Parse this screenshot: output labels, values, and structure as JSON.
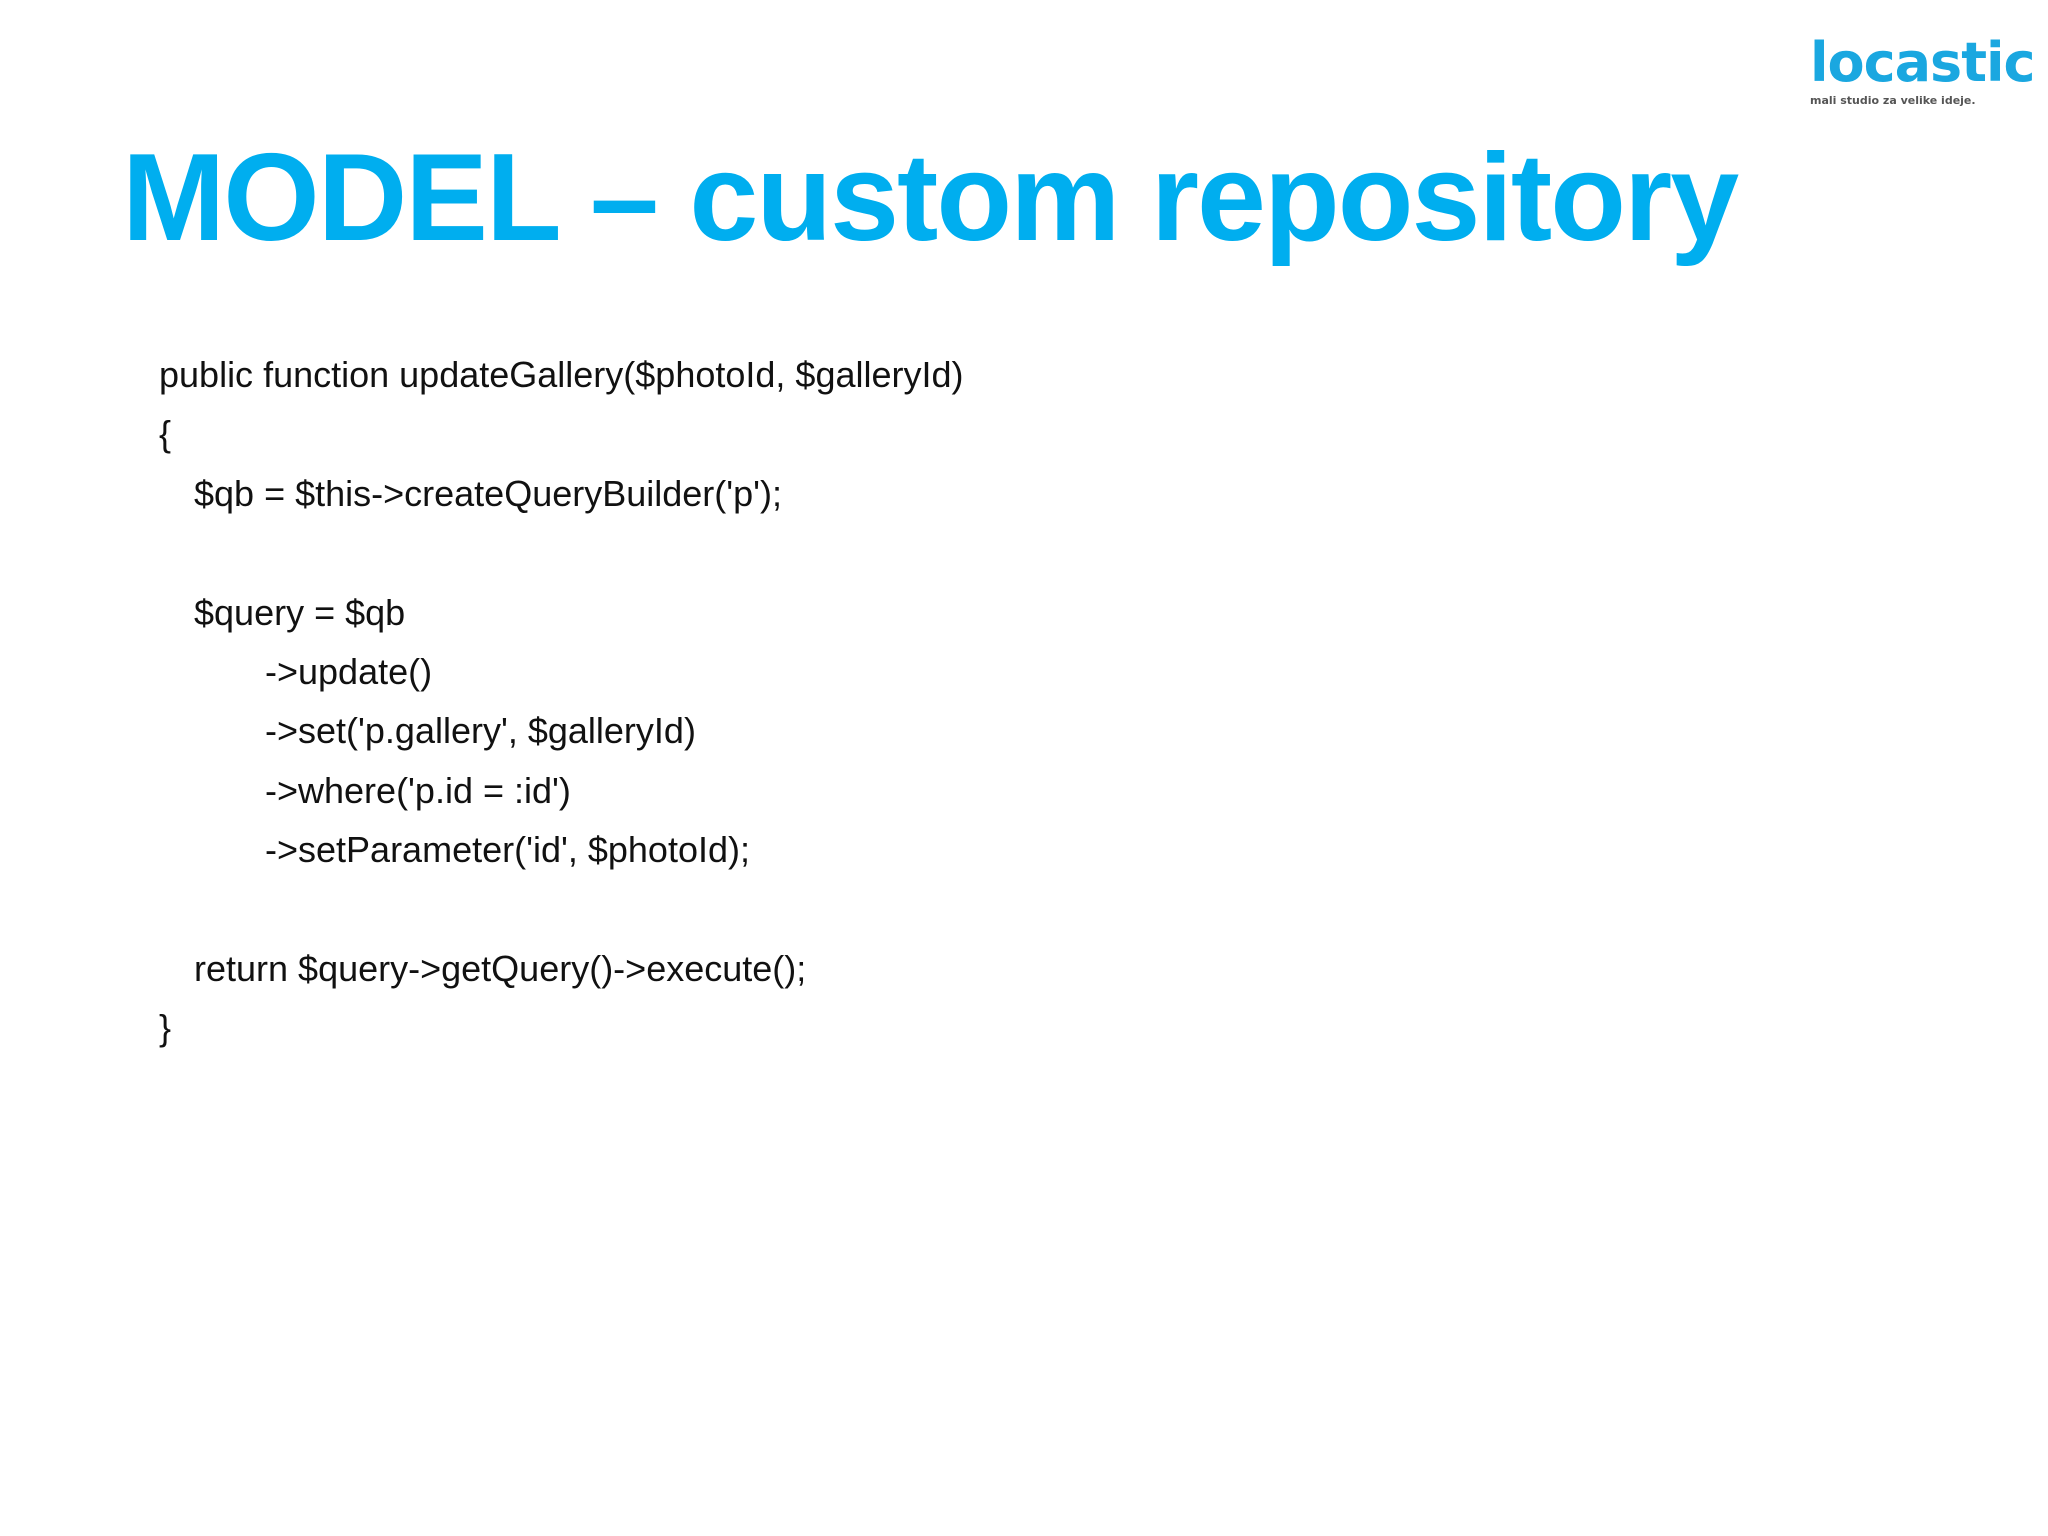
{
  "logo": {
    "name": "locastic",
    "tagline": "mali studio za velike ideje."
  },
  "title": "MODEL – custom repository",
  "code_lines": [
    {
      "indent": 0,
      "text": "public function updateGallery($photoId, $galleryId)"
    },
    {
      "indent": 0,
      "text": "{"
    },
    {
      "indent": 1,
      "text": "$qb = $this->createQueryBuilder('p');"
    },
    {
      "indent": 0,
      "text": ""
    },
    {
      "indent": 1,
      "text": "$query = $qb"
    },
    {
      "indent": 2,
      "text": "->update()"
    },
    {
      "indent": 2,
      "text": "->set('p.gallery', $galleryId)"
    },
    {
      "indent": 2,
      "text": "->where('p.id = :id')"
    },
    {
      "indent": 2,
      "text": "->setParameter('id', $photoId);"
    },
    {
      "indent": 0,
      "text": ""
    },
    {
      "indent": 1,
      "text": "return $query->getQuery()->execute();"
    },
    {
      "indent": 0,
      "text": "}"
    }
  ]
}
